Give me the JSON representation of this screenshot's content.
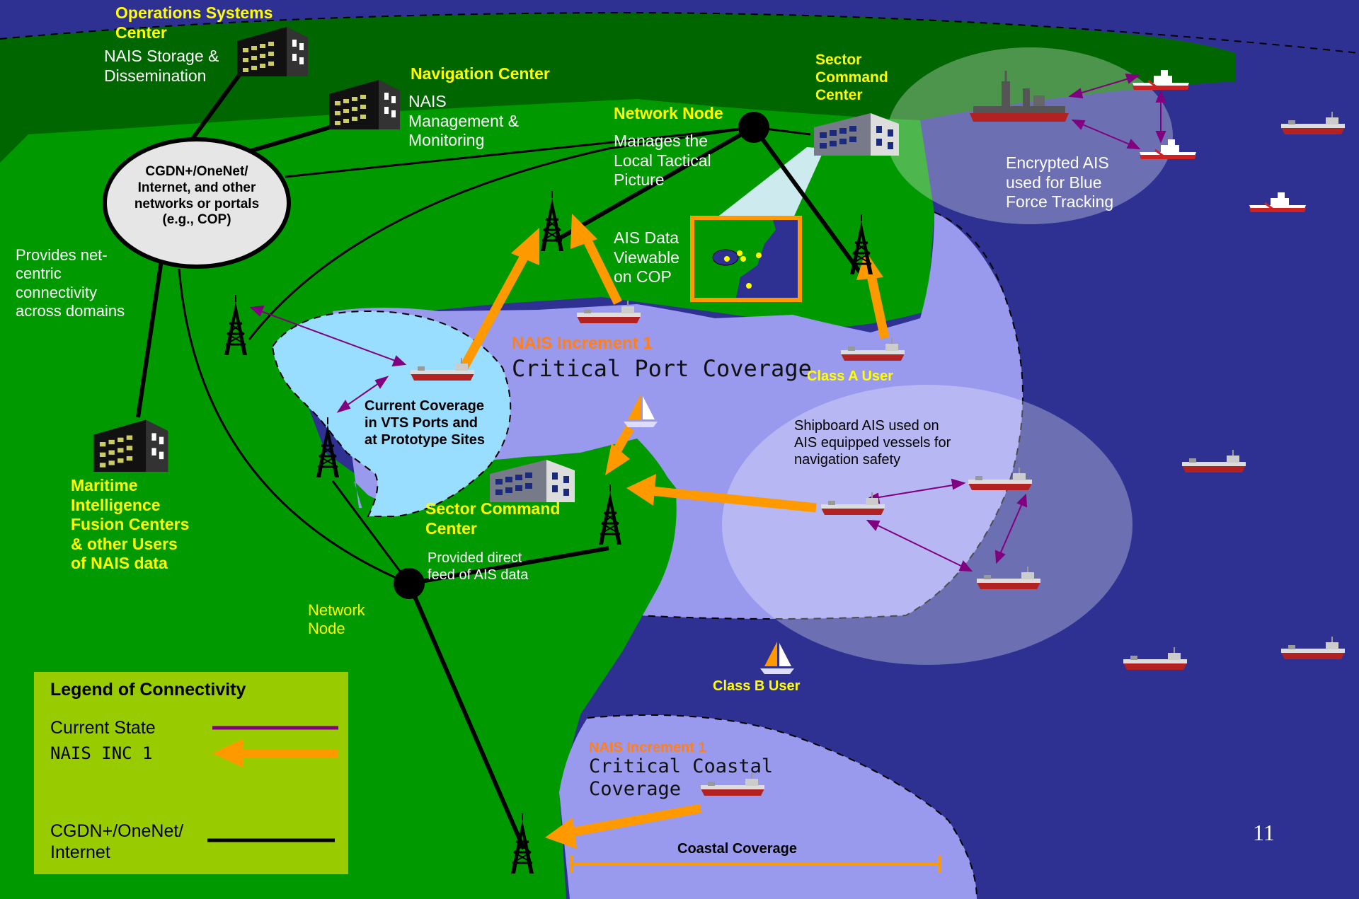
{
  "slide": {
    "page_number": "11"
  },
  "colors": {
    "ocean": "#2f3192",
    "land": "#009900",
    "land_dark": "#006600",
    "coverage_port": "#9999ee",
    "coverage_vts": "#99ddff",
    "current_state_line": "#800080",
    "nais_arrow": "#ff9900",
    "network_line": "#000000",
    "legend_bg": "#99cc00",
    "label_yellow": "#ffff00",
    "label_orange": "#ff7f1a"
  },
  "labels": {
    "ops_center_title": "Operations Systems\nCenter",
    "ops_center_desc": "NAIS Storage &\nDissemination",
    "nav_center_title": "Navigation Center",
    "nav_center_desc": "NAIS\nManagement  &\nMonitoring",
    "network_node_top_title": "Network Node",
    "network_node_top_desc": "Manages the\nLocal Tactical\nPicture",
    "sector_cmd_top": "Sector\nCommand\nCenter",
    "encrypted_ais": "Encrypted AIS\nused for Blue\nForce Tracking",
    "cgdn_hub": "CGDN+/OneNet/\nInternet, and other\nnetworks or portals\n(e.g., COP)",
    "net_centric": "Provides net-\ncentric\nconnectivity\nacross domains",
    "ais_cop": "AIS Data\nViewable\non COP",
    "nais_inc1_port_title": "NAIS Increment 1",
    "nais_inc1_port_desc": "Critical Port Coverage",
    "class_a_user": "Class A User",
    "current_coverage": "Current Coverage\nin VTS Ports and\nat Prototype Sites",
    "shipboard_ais": "Shipboard AIS used on\nAIS equipped  vessels for\nnavigation safety",
    "sector_cmd_mid": "Sector Command\nCenter",
    "direct_feed": "Provided direct\nfeed of AIS data",
    "maritime_intel": "Maritime\nIntelligence\nFusion Centers\n& other Users\nof NAIS data",
    "network_node_bottom": "Network\nNode",
    "class_b_user": "Class B User",
    "nais_inc1_coastal_title": "NAIS Increment 1",
    "nais_inc1_coastal_desc": "Critical Coastal\nCoverage",
    "coastal_coverage": "Coastal Coverage"
  },
  "legend": {
    "title": "Legend of Connectivity",
    "items": [
      {
        "label": "Current State",
        "style": "purple-line"
      },
      {
        "label": "NAIS INC 1",
        "style": "orange-arrow"
      },
      {
        "label": "CGDN+/OneNet/\nInternet",
        "style": "black-line"
      }
    ]
  },
  "icons": [
    "building-icon",
    "radio-tower-icon",
    "ship-icon",
    "sailboat-icon",
    "warship-icon",
    "cutter-icon",
    "network-node-icon",
    "cop-screen-icon"
  ]
}
